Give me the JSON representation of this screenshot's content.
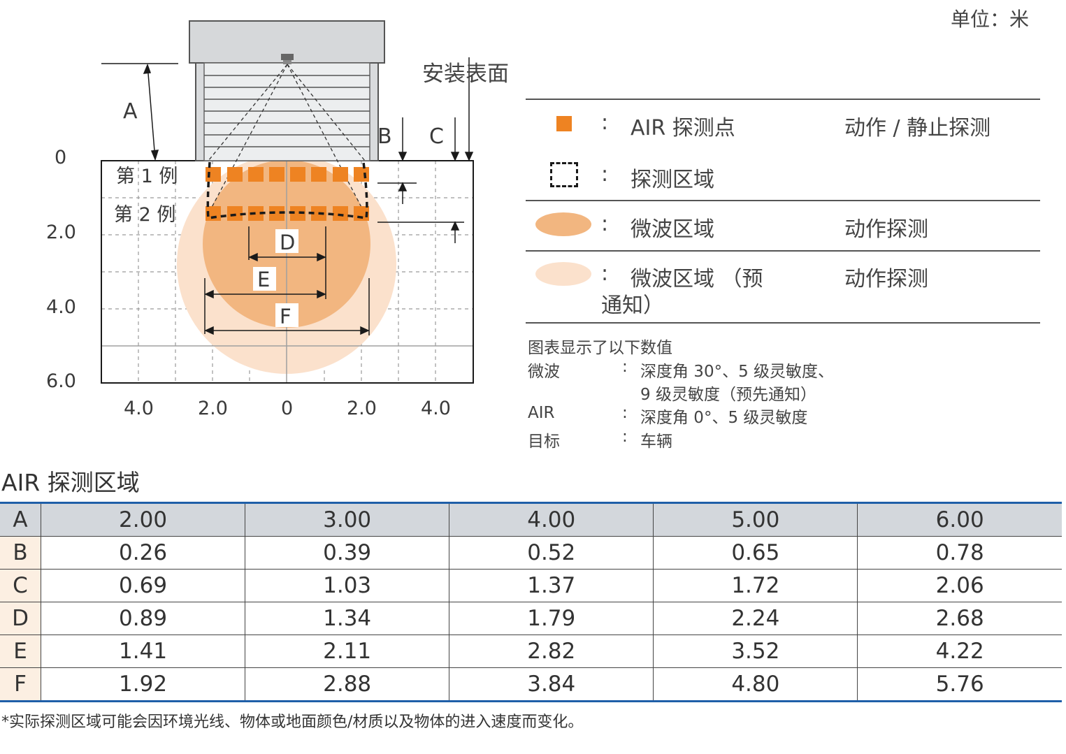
{
  "unit_label": "单位：米",
  "mount_surface_label": "安装表面",
  "dimension_letters": [
    "A",
    "B",
    "C",
    "D",
    "E",
    "F"
  ],
  "example_labels": [
    "第 1 例",
    "第 2 例"
  ],
  "y_axis_ticks": [
    "0",
    "2.0",
    "4.0",
    "6.0"
  ],
  "x_axis_ticks": [
    "4.0",
    "2.0",
    "0",
    "2.0",
    "4.0"
  ],
  "colors": {
    "air_point": "#ee8322",
    "microwave_zone": "#f2b680",
    "microwave_prenotice_zone": "#fbe1cc",
    "table_accent": "#1f5fa8",
    "table_header_bg": "#d3d7dc",
    "row_header_bg": "#fcefe2"
  },
  "legend": [
    {
      "icon": "orange-square-icon",
      "label": "AIR 探测点",
      "mode": "动作 / 静止探测"
    },
    {
      "icon": "dashed-square-icon",
      "label": "探测区域",
      "mode": ""
    },
    {
      "icon": "orange-ellipse-icon",
      "label": "微波区域",
      "mode": "动作探测"
    },
    {
      "icon": "light-ellipse-icon",
      "label_line1": "微波区域 （预",
      "label_line2": "通知）",
      "mode": "动作探测"
    }
  ],
  "legend_colon": ":",
  "notes": {
    "title": "图表显示了以下数值",
    "rows": [
      {
        "key": "微波",
        "value_line1": "深度角 30°、5 级灵敏度、",
        "value_line2": "9 级灵敏度（预先通知）"
      },
      {
        "key": "AIR",
        "value_line1": "深度角 0°、5 级灵敏度"
      },
      {
        "key": "目标",
        "value_line1": "车辆"
      }
    ],
    "colon": ":"
  },
  "table": {
    "title": "AIR 探测区域",
    "rows": [
      {
        "label": "A",
        "values": [
          "2.00",
          "3.00",
          "4.00",
          "5.00",
          "6.00"
        ]
      },
      {
        "label": "B",
        "values": [
          "0.26",
          "0.39",
          "0.52",
          "0.65",
          "0.78"
        ]
      },
      {
        "label": "C",
        "values": [
          "0.69",
          "1.03",
          "1.37",
          "1.72",
          "2.06"
        ]
      },
      {
        "label": "D",
        "values": [
          "0.89",
          "1.34",
          "1.79",
          "2.24",
          "2.68"
        ]
      },
      {
        "label": "E",
        "values": [
          "1.41",
          "2.11",
          "2.82",
          "3.52",
          "4.22"
        ]
      },
      {
        "label": "F",
        "values": [
          "1.92",
          "2.88",
          "3.84",
          "4.80",
          "5.76"
        ]
      }
    ]
  },
  "footnote": "*实际探测区域可能会因环境光线、物体或地面颜色/材质以及物体的进入速度而变化。"
}
